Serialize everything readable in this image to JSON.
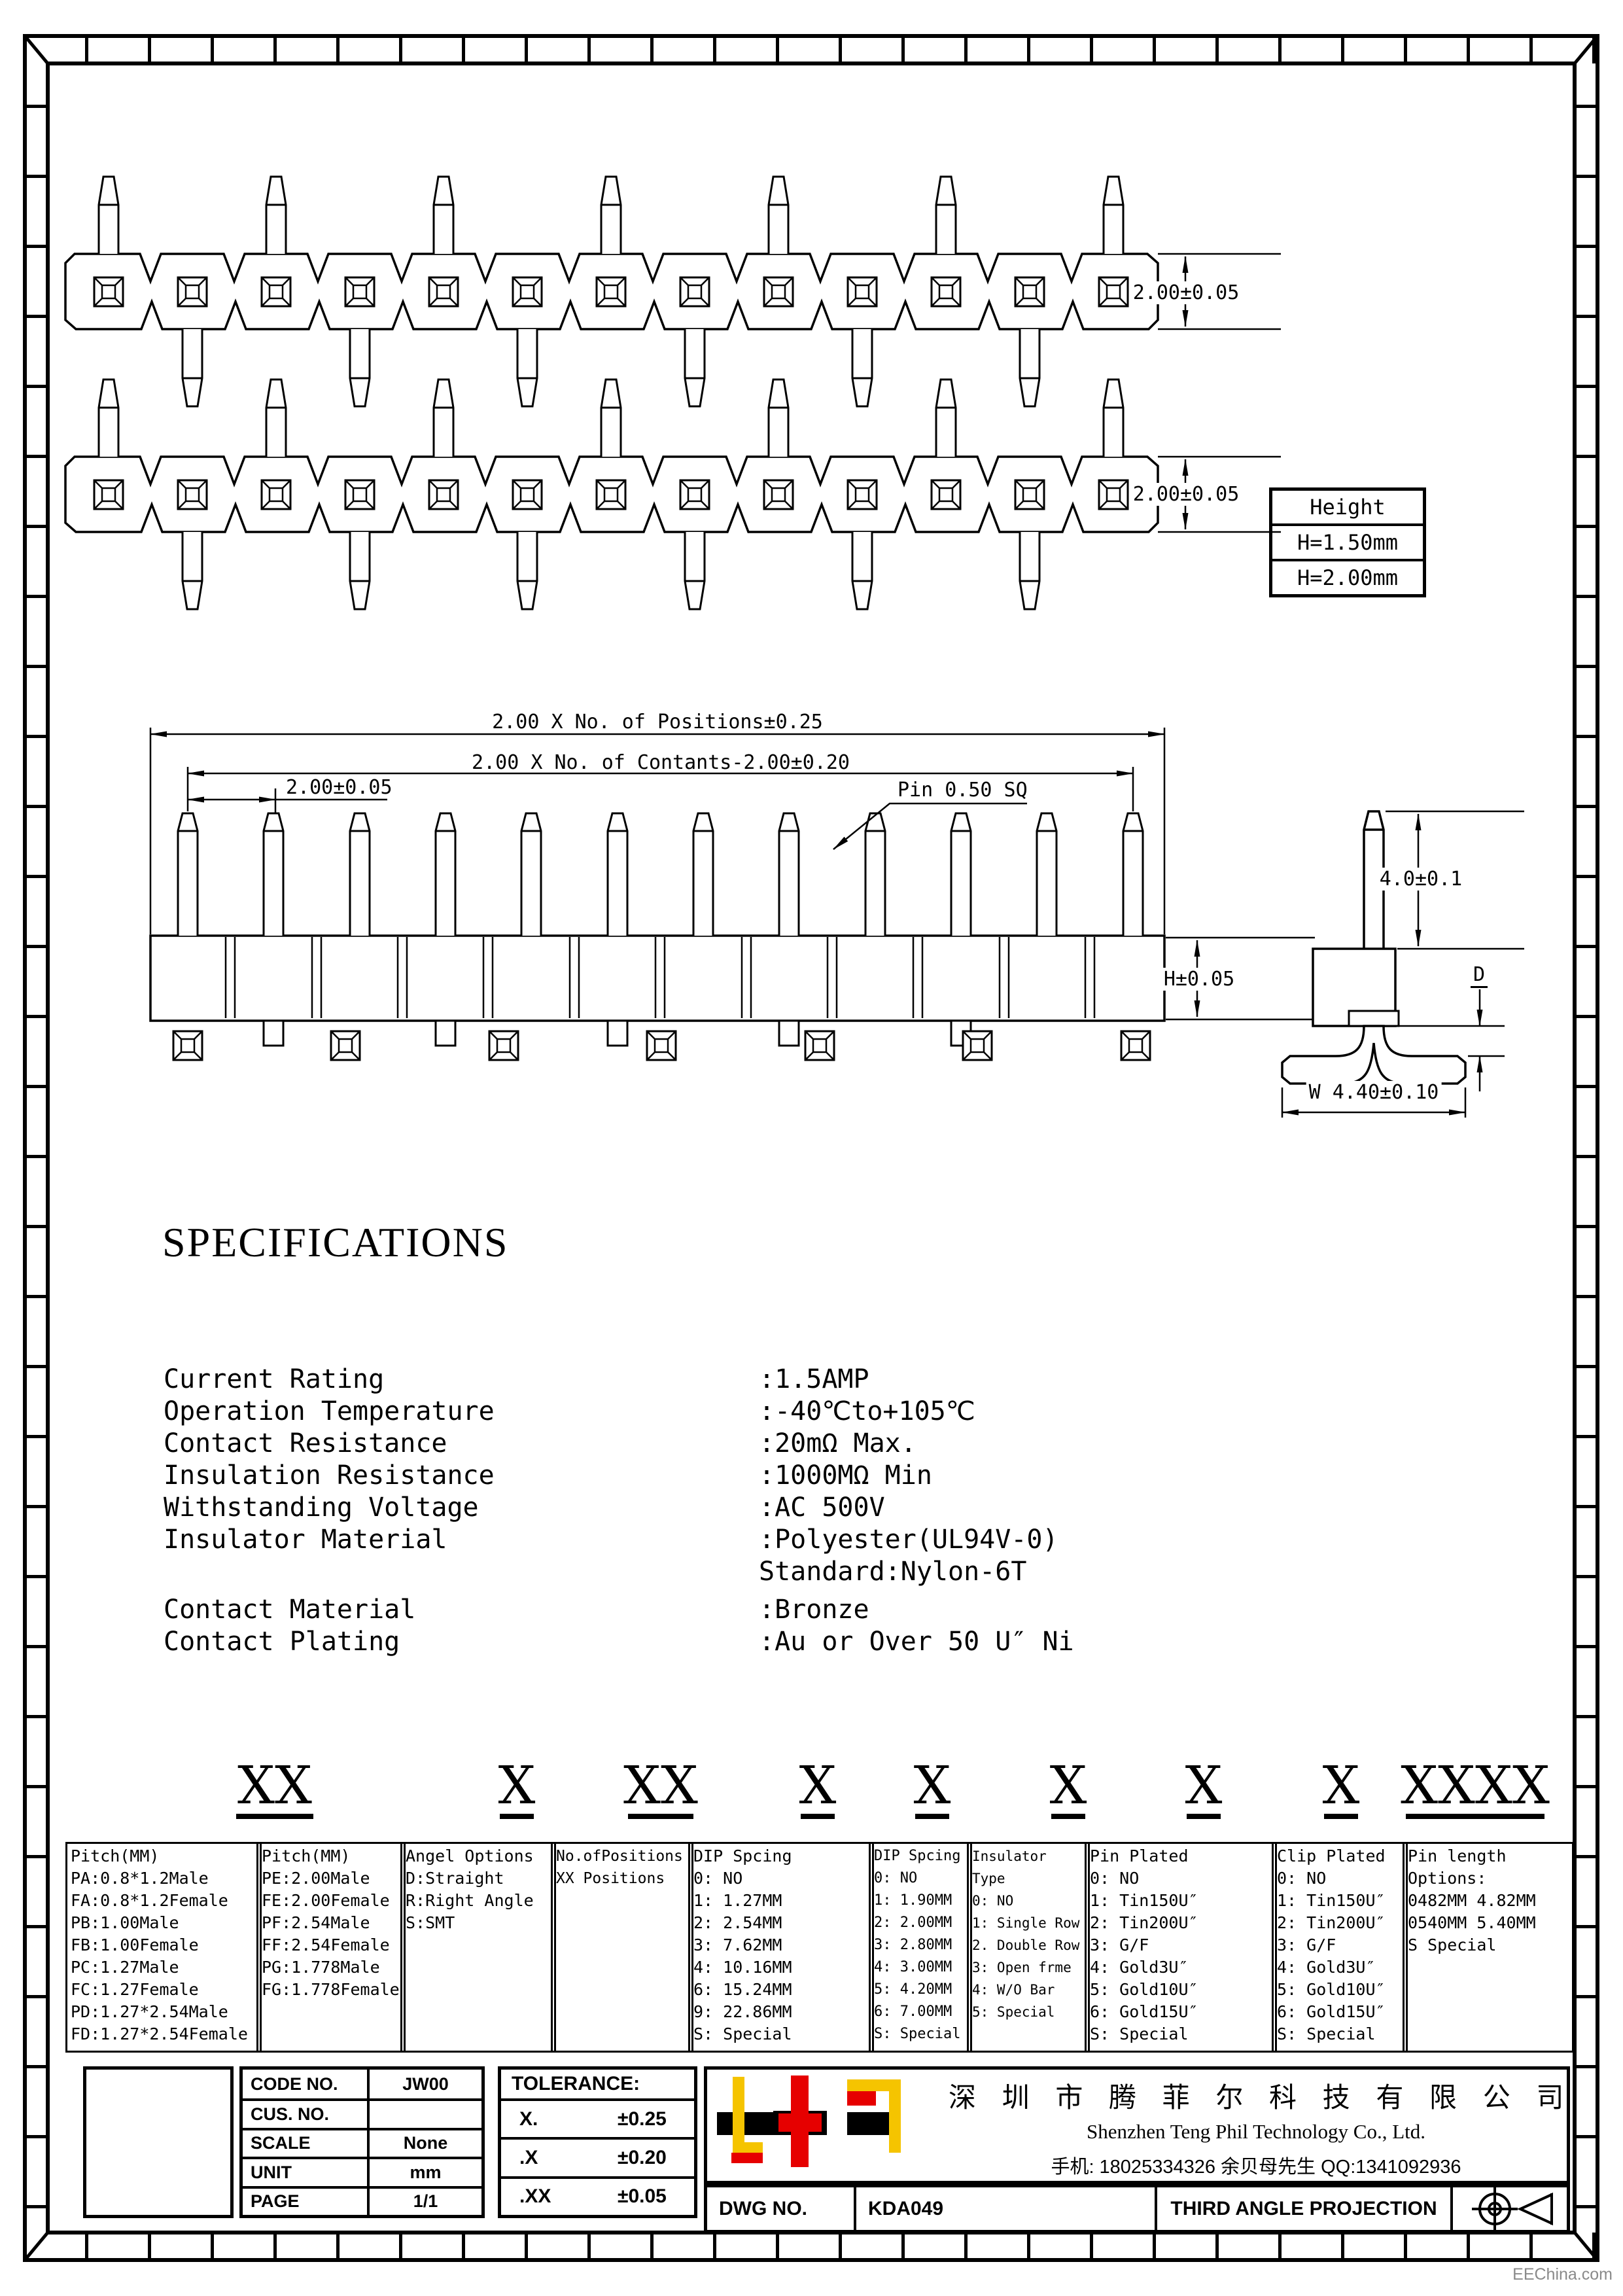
{
  "drawing": {
    "dims": {
      "strip1_pitch": "2.00±0.05",
      "strip2_pitch": "2.00±0.05",
      "positions": "2.00 X No. of Positions±0.25",
      "contacts": "2.00 X No. of Contants-2.00±0.20",
      "front_pitch": "2.00±0.05",
      "pin_sq": "Pin 0.50 SQ",
      "pin_height": "4.0±0.1",
      "body_height": "H±0.05",
      "depth": "D",
      "width": "W  4.40±0.10"
    },
    "height_table": {
      "title": "Height",
      "rows": [
        "H=1.50mm",
        "H=2.00mm"
      ]
    }
  },
  "specifications": {
    "title": "SPECIFICATIONS",
    "rows": [
      {
        "label": "Current Rating",
        "value": ":1.5AMP"
      },
      {
        "label": "Operation Temperature",
        "value": ":-40℃to+105℃"
      },
      {
        "label": "Contact Resistance",
        "value": ":20mΩ Max."
      },
      {
        "label": "Insulation Resistance",
        "value": ":1000MΩ Min"
      },
      {
        "label": "Withstanding Voltage",
        "value": ":AC 500V"
      },
      {
        "label": "Insulator Material",
        "value": ":Polyester(UL94V-0)"
      },
      {
        "label": "",
        "value": "Standard:Nylon-6T"
      },
      {
        "label": "Contact Material",
        "value": ":Bronze"
      },
      {
        "label": "Contact Plating",
        "value": ":Au or Over 50 U″ Ni"
      }
    ]
  },
  "part_code": {
    "groups": [
      "XX",
      "X",
      "XX",
      "X",
      "X",
      "X",
      "X",
      "X",
      "XXXX"
    ],
    "columns": [
      {
        "title": "Pitch(MM)",
        "lines": "PA:0.8*1.2Male\nFA:0.8*1.2Female\nPB:1.00Male\nFB:1.00Female\nPC:1.27Male\nFC:1.27Female\nPD:1.27*2.54Male\nFD:1.27*2.54Female"
      },
      {
        "title": "Pitch(MM)",
        "lines": "PE:2.00Male\nFE:2.00Female\nPF:2.54Male\nFF:2.54Female\nPG:1.778Male\nFG:1.778Female"
      },
      {
        "title": "Angel Options",
        "lines": "D:Straight\nR:Right Angle\nS:SMT"
      },
      {
        "title": "No.ofPositions",
        "lines": "XX Positions"
      },
      {
        "title": "DIP Spcing",
        "lines": "0: NO\n1: 1.27MM\n2: 2.54MM\n3: 7.62MM\n4: 10.16MM\n6: 15.24MM\n9: 22.86MM\nS: Special"
      },
      {
        "title": "DIP Spcing",
        "lines": "0: NO\n1: 1.90MM\n2: 2.00MM\n3: 2.80MM\n4: 3.00MM\n5: 4.20MM\n6: 7.00MM\nS: Special"
      },
      {
        "title": "Insulator Type",
        "lines": "0: NO\n1: Single Row\n2. Double Row\n3: Open frme\n4: W/O Bar\n5: Special"
      },
      {
        "title": "Pin Plated",
        "lines": "0: NO\n1: Tin150U″\n2: Tin200U″\n3: G/F\n4: Gold3U″\n5: Gold10U″\n6: Gold15U″\nS: Special"
      },
      {
        "title": "Clip Plated",
        "lines": "0: NO\n1: Tin150U″\n2: Tin200U″\n3: G/F\n4: Gold3U″\n5: Gold10U″\n6: Gold15U″\nS: Special"
      },
      {
        "title": "Pin length",
        "lines": "Options:\n0482MM 4.82MM\n0540MM 5.40MM\nS Special"
      }
    ]
  },
  "title_block": {
    "info": [
      [
        "CODE NO.",
        "JW00"
      ],
      [
        "CUS. NO.",
        ""
      ],
      [
        "SCALE",
        "None"
      ],
      [
        "UNIT",
        "mm"
      ],
      [
        "PAGE",
        "1/1"
      ]
    ],
    "tolerance": {
      "title": "TOLERANCE:",
      "rows": [
        [
          "X.",
          "±0.25"
        ],
        [
          ".X",
          "±0.20"
        ],
        [
          ".XX",
          "±0.05"
        ]
      ]
    },
    "company": {
      "name_cn": "深 圳 市 腾 菲 尔 科 技 有 限 公 司",
      "name_en": "Shenzhen Teng Phil Technology Co., Ltd.",
      "contact": "手机: 18025334326 余贝母先生   QQ:1341092936"
    },
    "dwg": {
      "label": "DWG NO.",
      "value": "KDA049",
      "projection": "THIRD ANGLE PROJECTION"
    }
  },
  "frame": {
    "watermark": "EEChina.com"
  }
}
